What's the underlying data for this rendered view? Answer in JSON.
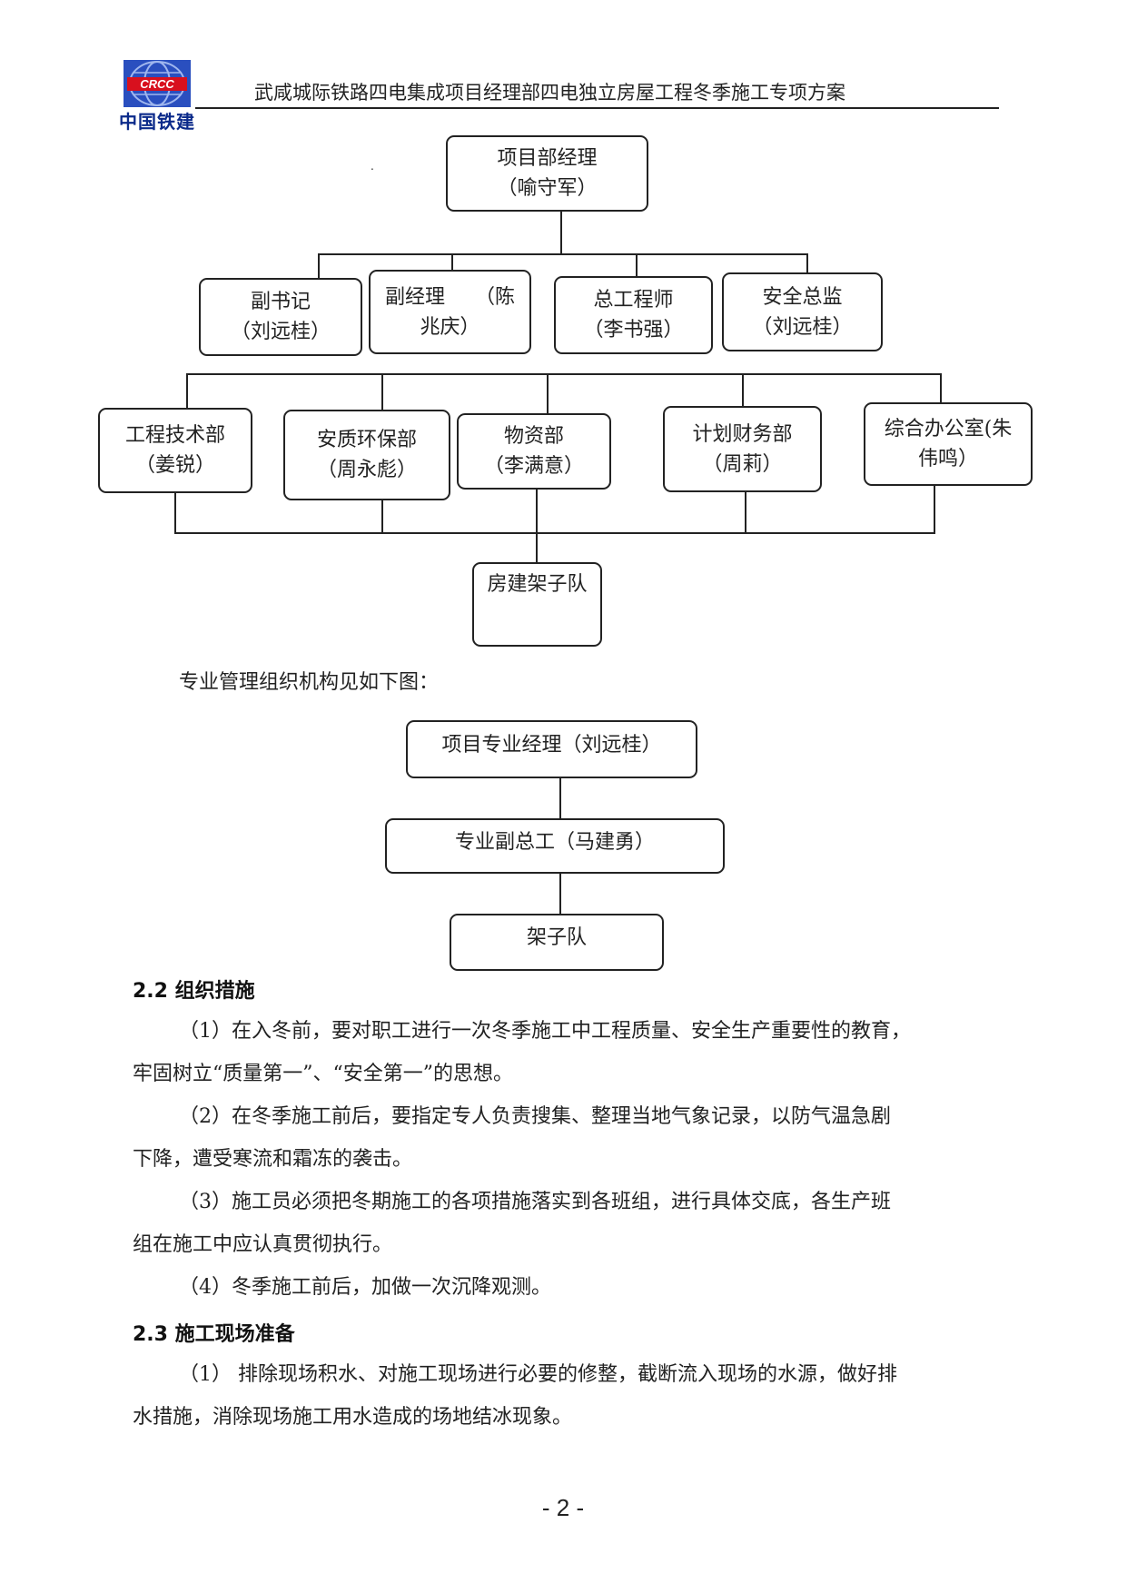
{
  "header": {
    "logo_badge": "CRCC",
    "logo_text": "中国铁建",
    "title": "武咸城际铁路四电集成项目经理部四电独立房屋工程冬季施工专项方案",
    "dot": "."
  },
  "org_chart_main": {
    "manager": {
      "title": "项目部经理",
      "name": "（喻守军）"
    },
    "deputies": [
      {
        "line1": "副书记",
        "line2": "（刘远桂）"
      },
      {
        "line1": "副经理　　（陈",
        "line2": "兆庆）"
      },
      {
        "line1": "总工程师",
        "line2": "（李书强）"
      },
      {
        "line1": "安全总监",
        "line2": "（刘远桂）"
      }
    ],
    "departments": [
      {
        "line1": "工程技术部",
        "line2": "（姜锐）"
      },
      {
        "line1": "安质环保部",
        "line2": "（周永彪）"
      },
      {
        "line1": "物资部",
        "line2": "（李满意）"
      },
      {
        "line1": "计划财务部",
        "line2": "（周莉）"
      },
      {
        "line1": "综合办公室(朱",
        "line2": "伟鸣）"
      }
    ],
    "team": "房建架子队"
  },
  "intro_text": "专业管理组织机构见如下图：",
  "org_chart_professional": {
    "manager": "项目专业经理（刘远桂）",
    "deputy": "专业副总工（马建勇）",
    "team": "架子队"
  },
  "section_2_2": {
    "heading": "2.2  组织措施",
    "items": [
      {
        "first": "（1）在入冬前，要对职工进行一次冬季施工中工程质量、安全生产重要性的教育，",
        "rest": "牢固树立“质量第一”、“安全第一”的思想。"
      },
      {
        "first": "（2）在冬季施工前后，要指定专人负责搜集、整理当地气象记录，以防气温急剧",
        "rest": "下降，遭受寒流和霜冻的袭击。"
      },
      {
        "first": "（3）施工员必须把冬期施工的各项措施落实到各班组，进行具体交底，各生产班",
        "rest": "组在施工中应认真贯彻执行。"
      },
      {
        "first": "（4）冬季施工前后，加做一次沉降观测。",
        "rest": ""
      }
    ]
  },
  "section_2_3": {
    "heading": "2.3  施工现场准备",
    "items": [
      {
        "first": "（1）  排除现场积水、对施工现场进行必要的修整，截断流入现场的水源，做好排",
        "rest": "水措施，消除现场施工用水造成的场地结冰现象。"
      }
    ]
  },
  "page_number": "- 2 -",
  "colors": {
    "logo_blue": "#1a3fa8",
    "logo_red": "#d8101e",
    "line": "#222222"
  }
}
